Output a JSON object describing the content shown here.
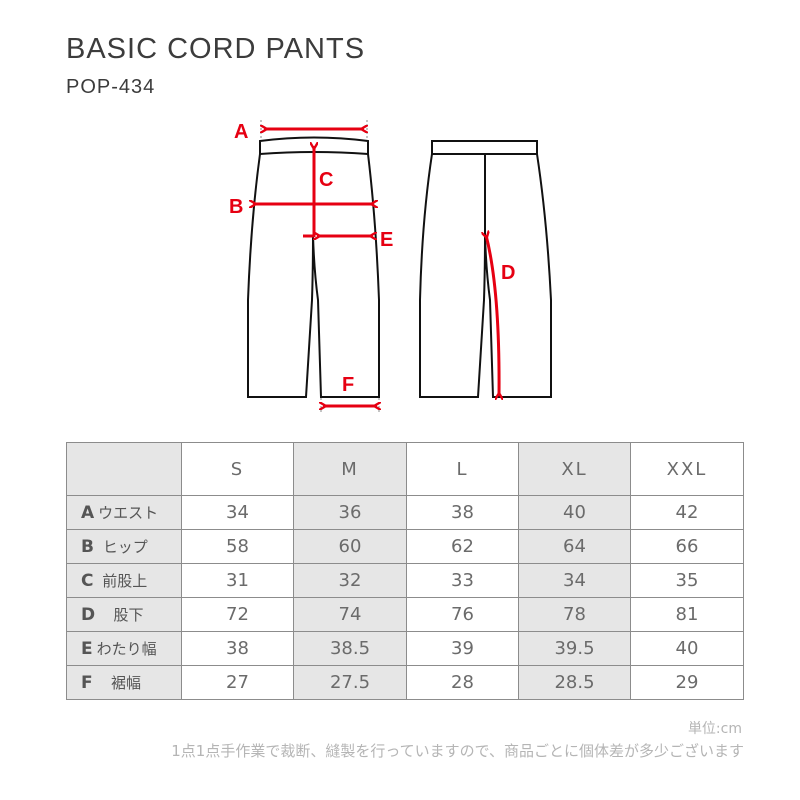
{
  "header": {
    "title": "BASIC CORD PANTS",
    "product_code": "POP-434"
  },
  "diagram": {
    "accent_color": "#e60012",
    "labels": {
      "A": "A",
      "B": "B",
      "C": "C",
      "D": "D",
      "E": "E",
      "F": "F"
    }
  },
  "size_table": {
    "columns": [
      "S",
      "M",
      "L",
      "XL",
      "XXL"
    ],
    "rows": [
      {
        "letter": "A",
        "name": "ウエスト",
        "values": [
          "34",
          "36",
          "38",
          "40",
          "42"
        ]
      },
      {
        "letter": "B",
        "name": "ヒップ",
        "values": [
          "58",
          "60",
          "62",
          "64",
          "66"
        ]
      },
      {
        "letter": "C",
        "name": "前股上",
        "values": [
          "31",
          "32",
          "33",
          "34",
          "35"
        ]
      },
      {
        "letter": "D",
        "name": "股下",
        "values": [
          "72",
          "74",
          "76",
          "78",
          "81"
        ]
      },
      {
        "letter": "E",
        "name": "わたり幅",
        "values": [
          "38",
          "38.5",
          "39",
          "39.5",
          "40"
        ]
      },
      {
        "letter": "F",
        "name": "裾幅",
        "values": [
          "27",
          "27.5",
          "28",
          "28.5",
          "29"
        ]
      }
    ]
  },
  "footer": {
    "unit": "単位:cm",
    "note": "1点1点手作業で裁断、縫製を行っていますので、商品ごとに個体差が多少ございます"
  }
}
